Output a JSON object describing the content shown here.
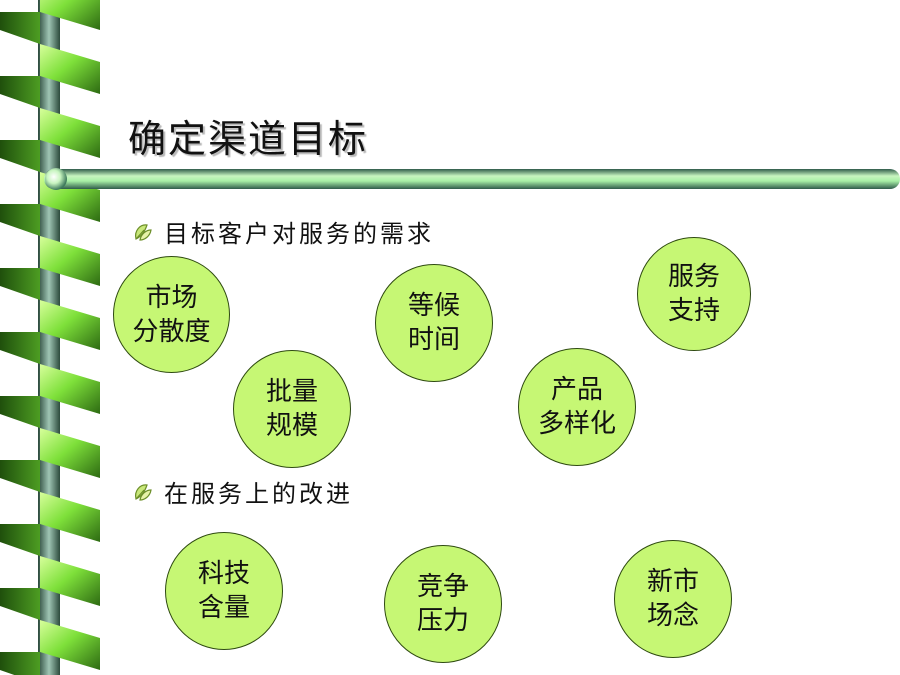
{
  "slide": {
    "title": "确定渠道目标",
    "sections": [
      {
        "heading": "目标客户对服务的需求",
        "bubbles": [
          {
            "lines": [
              "市场",
              "分散度"
            ]
          },
          {
            "lines": [
              "等候",
              "时间"
            ]
          },
          {
            "lines": [
              "服务",
              "支持"
            ]
          },
          {
            "lines": [
              "批量",
              "规模"
            ]
          },
          {
            "lines": [
              "产品",
              "多样化"
            ]
          }
        ]
      },
      {
        "heading": "在服务上的改进",
        "bubbles": [
          {
            "lines": [
              "科技",
              "含量"
            ]
          },
          {
            "lines": [
              "竞争",
              "压力"
            ]
          },
          {
            "lines": [
              "新市",
              "场念"
            ]
          }
        ]
      }
    ]
  },
  "colors": {
    "spiral_green": "#7ee03a",
    "spiral_dark": "#2d6a12",
    "rod_green": "#a8efa6",
    "bubble_fill": "#c6f774",
    "bubble_border": "#2e4a10"
  },
  "icons": {
    "spiral": "spiral-binding-icon",
    "bullet": "leaf-bullet-icon"
  }
}
